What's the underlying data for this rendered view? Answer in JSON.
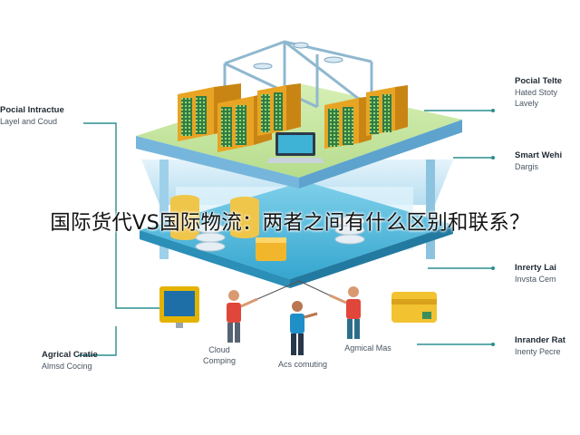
{
  "headline": "国际货代VS国际物流：两者之间有什么区别和联系？",
  "labels": {
    "top_left": {
      "title": "Pocial Intractue",
      "sub": "Layel and Coud"
    },
    "top_right": {
      "title": "Pocial Telte",
      "sub1": "Hated Stoty",
      "sub2": "Lavely"
    },
    "mid_right": {
      "title": "Smart Wehi",
      "sub": "Dargis"
    },
    "lower_right": {
      "title": "Inrerty Lai",
      "sub": "Invsta Cem"
    },
    "bottom_right": {
      "title": "Inrander Rat",
      "sub": "Inenty Pecre"
    },
    "bottom_left": {
      "title": "Agrical Cratie",
      "sub": "Almsd Cocing"
    },
    "person_cloud": {
      "line1": "Cloud",
      "line2": "Comping"
    },
    "person_center": {
      "line1": "Acs comuting"
    },
    "person_right": {
      "line1": "Agmical Mas"
    }
  },
  "colors": {
    "top_platform": "#c9e8a4",
    "top_platform_side": "#79b9dd",
    "mid_platform": "#4fb9dc",
    "frame": "#9fd0ea",
    "server_front": "#e8a423",
    "server_side": "#c98514",
    "server_face": "#2f7d45",
    "connector": "#2a8f8f",
    "accent_screen": "#f4c400"
  },
  "icons": [
    "server-rack-icon",
    "monitor-icon",
    "laptop-icon",
    "credit-card-icon",
    "drone-frame-icon",
    "coin-stack-icon",
    "person-icon"
  ]
}
